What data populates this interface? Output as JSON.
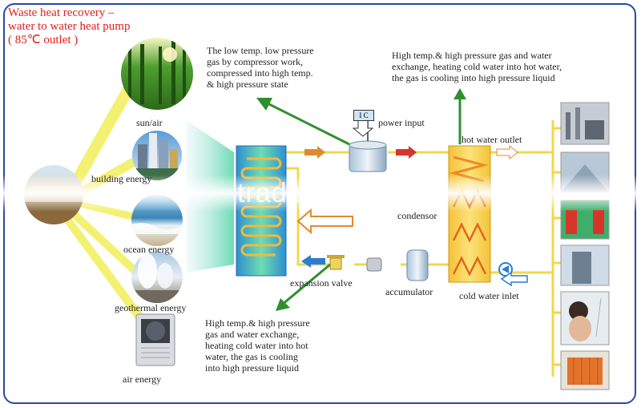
{
  "title": {
    "line1": "Waste heat recovery –",
    "line2": "water to water heat pump",
    "line3": "( 85℃ outlet )"
  },
  "sources": {
    "sun": "sun/air",
    "building": "building energy",
    "ocean": "ocean energy",
    "geothermal": "geothermal energy",
    "air": "air energy"
  },
  "notes": {
    "compressor": [
      "The low temp. low pressure",
      "gas by compressor work,",
      "compressed into high temp.",
      "& high pressure state"
    ],
    "exchange_top": [
      "High temp.& high pressure gas and water",
      "exchange, heating cold water into hot water,",
      "the gas is cooling into high pressure liquid"
    ],
    "exchange_bottom": [
      "High temp.& high pressure",
      "gas and water exchange,",
      "heating cold water into hot",
      "water, the gas is cooling",
      "into high pressure liquid"
    ]
  },
  "components": {
    "power_input": "power input",
    "ic": "I C",
    "hot_water_outlet": "hot water outlet",
    "condensor": "condensor",
    "expansion_valve": "expansion valve",
    "accumulator": "accumulator",
    "cold_water_inlet": "cold water inlet"
  },
  "watermark": "trade.china.cn",
  "colors": {
    "title": "#e0201c",
    "frame": "#2b48a8",
    "beam": "#f2ef5a",
    "pipe": "#f0d84a",
    "arrow_green": "#2f8f2f",
    "arrow_red": "#d8352a",
    "arrow_blue": "#2c7dd0",
    "arrow_orange": "#e08a30",
    "evaporator_green": "#66d8a8",
    "coil_orange": "#f08a24"
  }
}
